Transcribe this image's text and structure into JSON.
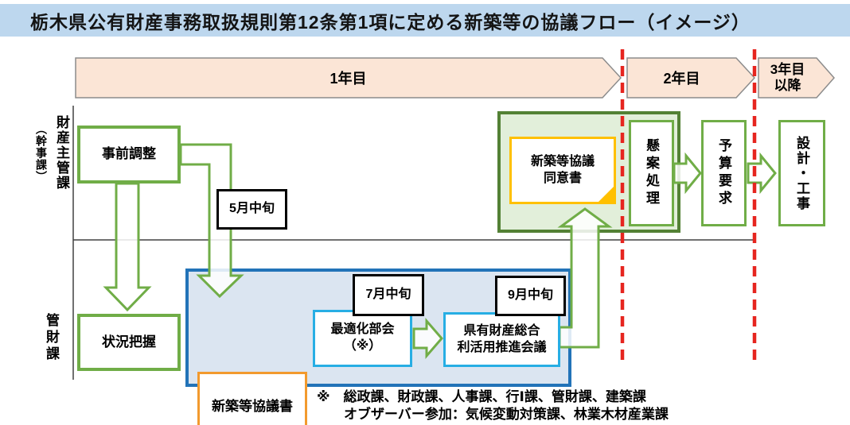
{
  "title": "栃木県公有財産事務取扱規則第12条第1項に定める新築等の協議フロー（イメージ）",
  "timeline": {
    "year1": "1年目",
    "year2": "2年目",
    "year3_l1": "3年目",
    "year3_l2": "以降"
  },
  "lanes": {
    "top_main": "財産主管課",
    "top_sub": "（幹事課）",
    "bottom": "管財課"
  },
  "boxes": {
    "prior_adjustment": "事前調整",
    "status_grasp": "状況把握",
    "may_mid": "5月中旬",
    "consultation_doc": "新築等協議書",
    "optimization_l1": "最適化部会",
    "optimization_l2": "（※）",
    "july_mid": "7月中旬",
    "council_l1": "県有財産総合",
    "council_l2": "利活用推進会議",
    "september_mid": "9月中旬",
    "consent_l1": "新築等協議",
    "consent_l2": "同意書",
    "pending_issues": "懸案処理",
    "budget_request": "予算要求",
    "design_construction": "設計・工事"
  },
  "footnote": {
    "line1": "※　総政課、財政課、人事課、行Ⅰ課、管財課、建築課",
    "line2": "オブザーバー参加：気候変動対策課、林業木材産業課"
  },
  "colors": {
    "title_bar_bg": "#BDD7EE",
    "timeline_fill": "#FBE5D6",
    "green_accent": "#70AD47",
    "green_container_border": "#538135",
    "green_container_fill": "#E2EFDA",
    "blue_container_border": "#2273B8",
    "blue_container_fill": "#DBE5F1",
    "cyan_accent": "#27AEE4",
    "orange_accent": "#F29A2E",
    "yellow_accent": "#FFC000",
    "red_divider": "#E6251F"
  }
}
